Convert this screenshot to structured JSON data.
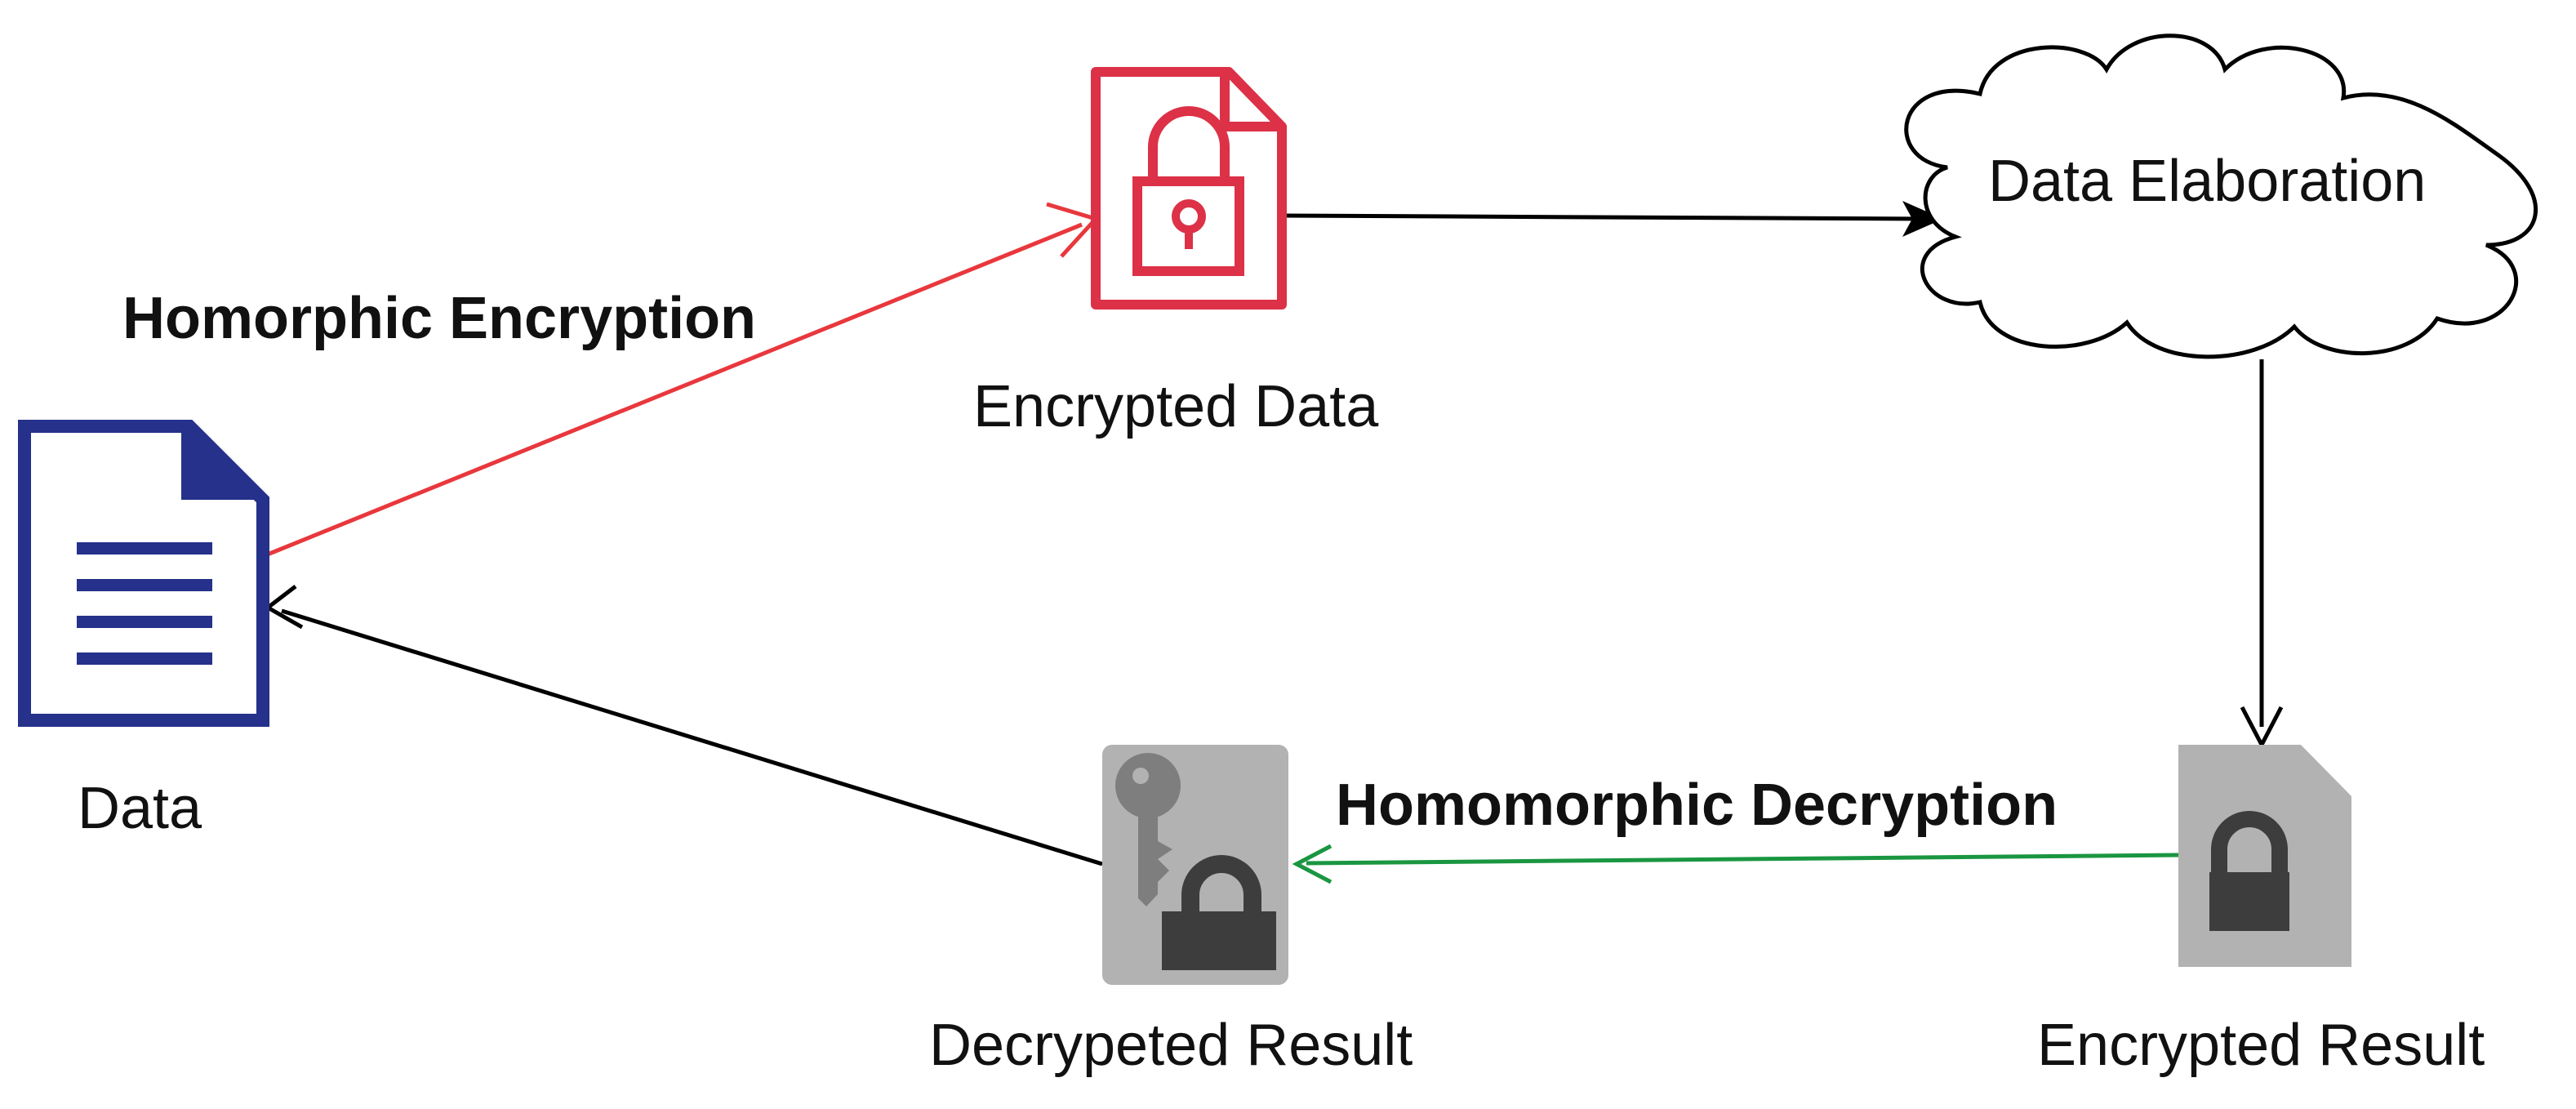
{
  "nodes": {
    "data": {
      "label": "Data",
      "icon": "document-icon",
      "color": "#25318a"
    },
    "encrypted_data": {
      "label": "Encrypted Data",
      "icon": "locked-file-icon",
      "color": "#dc3147"
    },
    "data_elaboration": {
      "label": "Data Elaboration",
      "icon": "cloud-icon"
    },
    "encrypted_result": {
      "label": "Encrypted Result",
      "icon": "locked-file-icon",
      "color": "#b3b2b2"
    },
    "decrypted_result": {
      "label": "Decrypeted Result",
      "icon": "key-lock-icon",
      "color": "#b3b2b2"
    }
  },
  "edges": {
    "encryption": {
      "label": "Homorphic Encryption",
      "color": "#e8383d"
    },
    "to_elaboration": {
      "color": "#000000"
    },
    "to_result": {
      "color": "#000000"
    },
    "decryption": {
      "label": "Homomorphic Decryption",
      "color": "#1a9641"
    },
    "to_data": {
      "color": "#000000"
    }
  }
}
